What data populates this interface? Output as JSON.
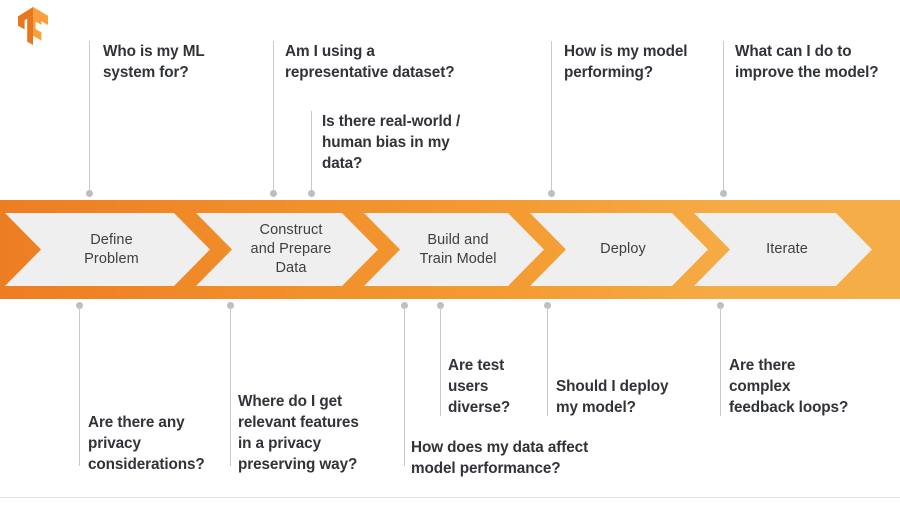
{
  "logo": {
    "name": "tensorflow-logo",
    "color_dark": "#E8761D",
    "color_light": "#F9A03C"
  },
  "band": {
    "gradient_start": "#ED7D23",
    "gradient_end": "#F5AD48",
    "step_fill": "#EFEFF0",
    "steps": [
      {
        "id": "define-problem",
        "label": "Define\nProblem"
      },
      {
        "id": "construct-and-prepare-data",
        "label": "Construct\nand Prepare\nData"
      },
      {
        "id": "build-and-train-model",
        "label": "Build and\nTrain Model"
      },
      {
        "id": "deploy",
        "label": "Deploy"
      },
      {
        "id": "iterate",
        "label": "Iterate"
      }
    ]
  },
  "callouts_top": [
    {
      "id": "who-is-my-ml-system-for",
      "text": "Who is my ML\nsystem for?"
    },
    {
      "id": "am-i-using-a-representative-dataset",
      "text": "Am I using a\nrepresentative dataset?"
    },
    {
      "id": "is-there-real-world-human-bias-in-my-data",
      "text": "Is there real-world /\nhuman bias in my\ndata?"
    },
    {
      "id": "how-is-my-model-performing",
      "text": "How is my model\nperforming?"
    },
    {
      "id": "what-can-i-do-to-improve-the-model",
      "text": "What can I do to\nimprove the model?"
    }
  ],
  "callouts_bottom": [
    {
      "id": "are-there-any-privacy-considerations",
      "text": "Are there any\nprivacy\nconsiderations?"
    },
    {
      "id": "where-do-i-get-relevant-features-in-a-privacy-preserving-way",
      "text": "Where do I get\nrelevant features\nin a privacy\npreserving way?"
    },
    {
      "id": "how-does-my-data-affect-model-performance",
      "text": "How does my data affect\nmodel performance?"
    },
    {
      "id": "are-test-users-diverse",
      "text": "Are test\nusers\ndiverse?"
    },
    {
      "id": "should-i-deploy-my-model",
      "text": "Should I deploy\nmy model?"
    },
    {
      "id": "are-there-complex-feedback-loops",
      "text": "Are there\ncomplex\nfeedback loops?"
    }
  ],
  "colors": {
    "text": "#303338",
    "step_text": "#3C4043",
    "connector": "#C9C9CC",
    "dot": "#BDBDC2"
  }
}
